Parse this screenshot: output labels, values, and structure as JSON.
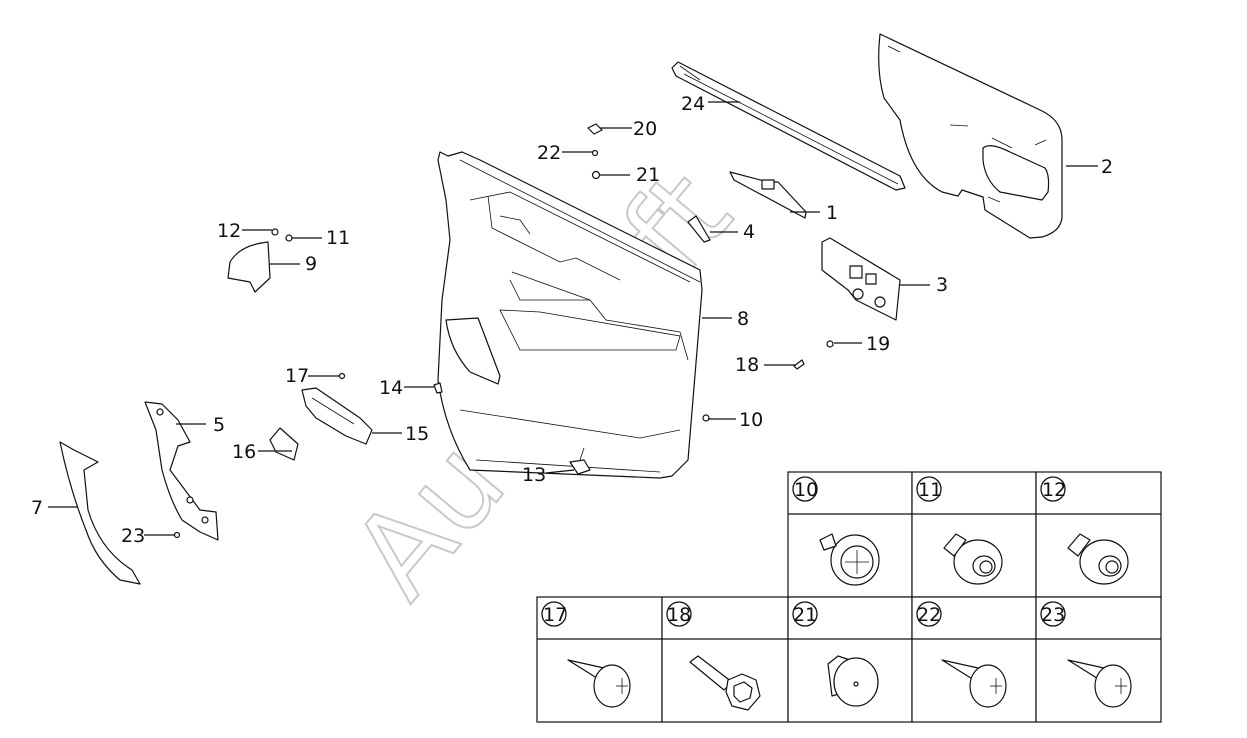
{
  "watermark": "AutoSoft",
  "callouts": [
    {
      "id": "c1",
      "num": "1"
    },
    {
      "id": "c2",
      "num": "2"
    },
    {
      "id": "c3",
      "num": "3"
    },
    {
      "id": "c4",
      "num": "4"
    },
    {
      "id": "c5",
      "num": "5"
    },
    {
      "id": "c7",
      "num": "7"
    },
    {
      "id": "c8",
      "num": "8"
    },
    {
      "id": "c9",
      "num": "9"
    },
    {
      "id": "c10",
      "num": "10"
    },
    {
      "id": "c11",
      "num": "11"
    },
    {
      "id": "c12",
      "num": "12"
    },
    {
      "id": "c13",
      "num": "13"
    },
    {
      "id": "c14",
      "num": "14"
    },
    {
      "id": "c15",
      "num": "15"
    },
    {
      "id": "c16",
      "num": "16"
    },
    {
      "id": "c17",
      "num": "17"
    },
    {
      "id": "c18",
      "num": "18"
    },
    {
      "id": "c19",
      "num": "19"
    },
    {
      "id": "c20",
      "num": "20"
    },
    {
      "id": "c21",
      "num": "21"
    },
    {
      "id": "c22",
      "num": "22"
    },
    {
      "id": "c23",
      "num": "23"
    },
    {
      "id": "c24",
      "num": "24"
    }
  ],
  "fastener_table": {
    "row1": [
      "10",
      "11",
      "12"
    ],
    "row2": [
      "17",
      "18",
      "21",
      "22",
      "23"
    ]
  }
}
